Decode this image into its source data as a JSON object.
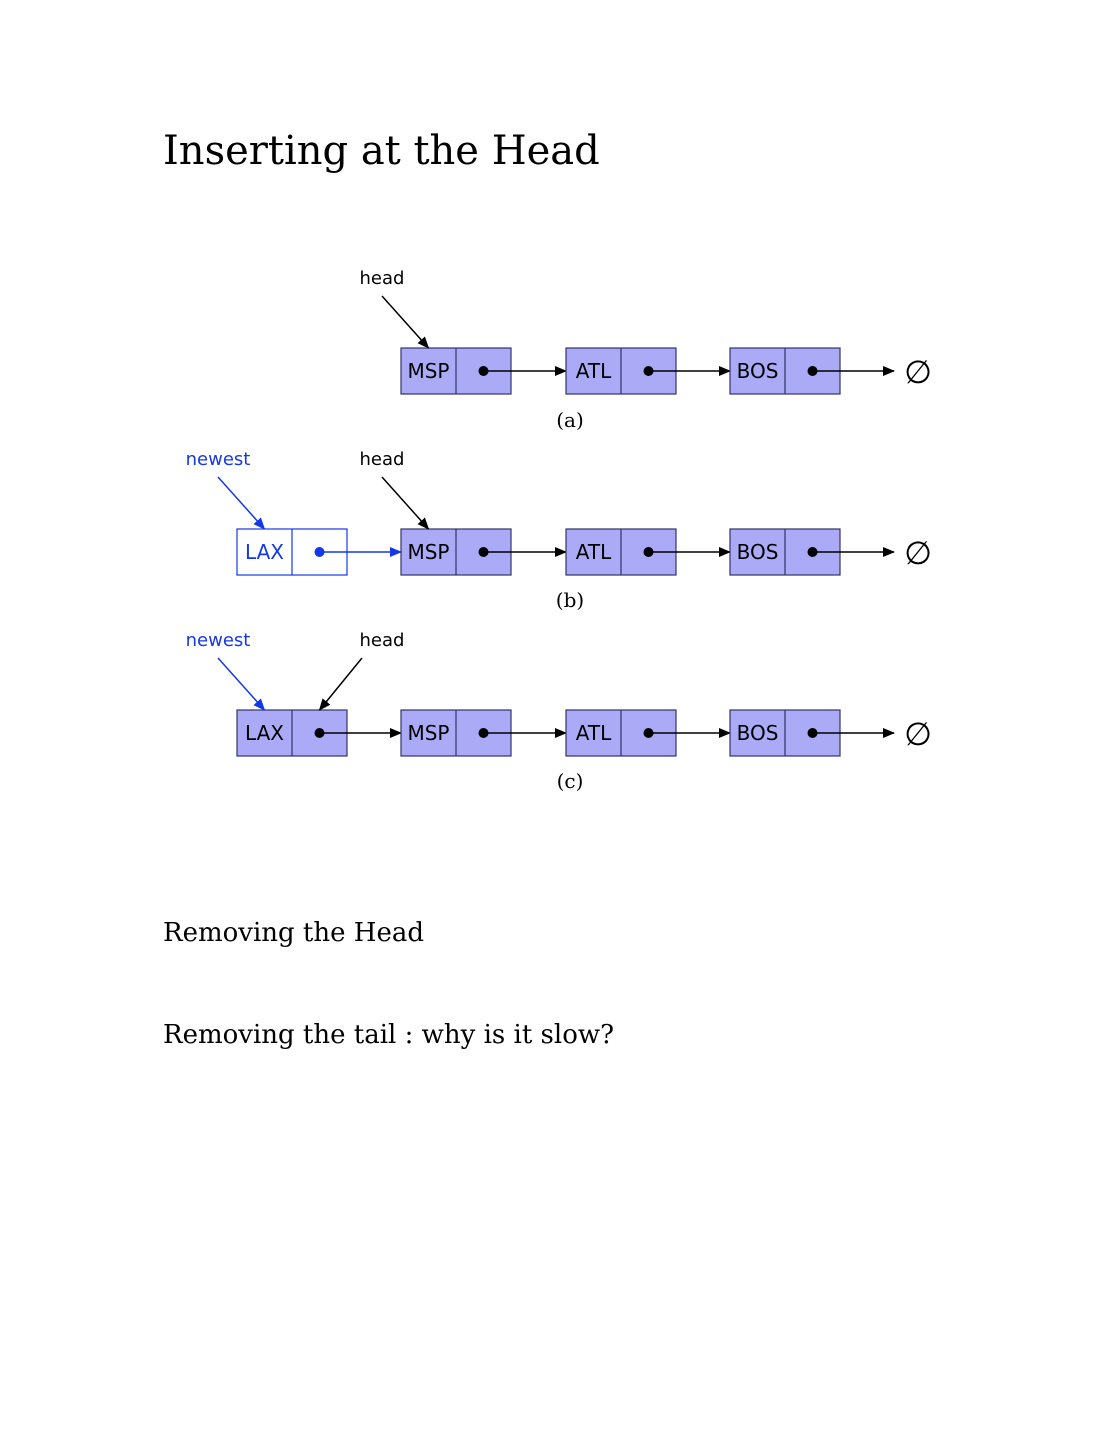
{
  "page": {
    "title": "Inserting at the Head",
    "sections": [
      {
        "heading": "Removing the Head"
      },
      {
        "heading": "Removing the tail : why is it slow?"
      }
    ]
  },
  "colors": {
    "node_fill": "#aaaaf7",
    "node_stroke": "#333366",
    "new_node_color": "#1438e8",
    "text": "#000000",
    "background": "#ffffff"
  },
  "diagram": {
    "null_symbol": "∅",
    "panels": [
      {
        "caption": "(a)",
        "nodes": [
          {
            "label": "MSP",
            "style": "filled"
          },
          {
            "label": "ATL",
            "style": "filled"
          },
          {
            "label": "BOS",
            "style": "filled"
          }
        ],
        "pointers": [
          {
            "label": "head",
            "target_node": 0,
            "color": "black"
          }
        ]
      },
      {
        "caption": "(b)",
        "nodes": [
          {
            "label": "LAX",
            "style": "new"
          },
          {
            "label": "MSP",
            "style": "filled"
          },
          {
            "label": "ATL",
            "style": "filled"
          },
          {
            "label": "BOS",
            "style": "filled"
          }
        ],
        "pointers": [
          {
            "label": "newest",
            "target_node": 0,
            "color": "blue"
          },
          {
            "label": "head",
            "target_node": 1,
            "color": "black"
          }
        ]
      },
      {
        "caption": "(c)",
        "nodes": [
          {
            "label": "LAX",
            "style": "filled"
          },
          {
            "label": "MSP",
            "style": "filled"
          },
          {
            "label": "ATL",
            "style": "filled"
          },
          {
            "label": "BOS",
            "style": "filled"
          }
        ],
        "pointers": [
          {
            "label": "newest",
            "target_node": 0,
            "color": "blue"
          },
          {
            "label": "head",
            "target_node": 0,
            "color": "black",
            "points_to": "next_field"
          }
        ]
      }
    ]
  }
}
